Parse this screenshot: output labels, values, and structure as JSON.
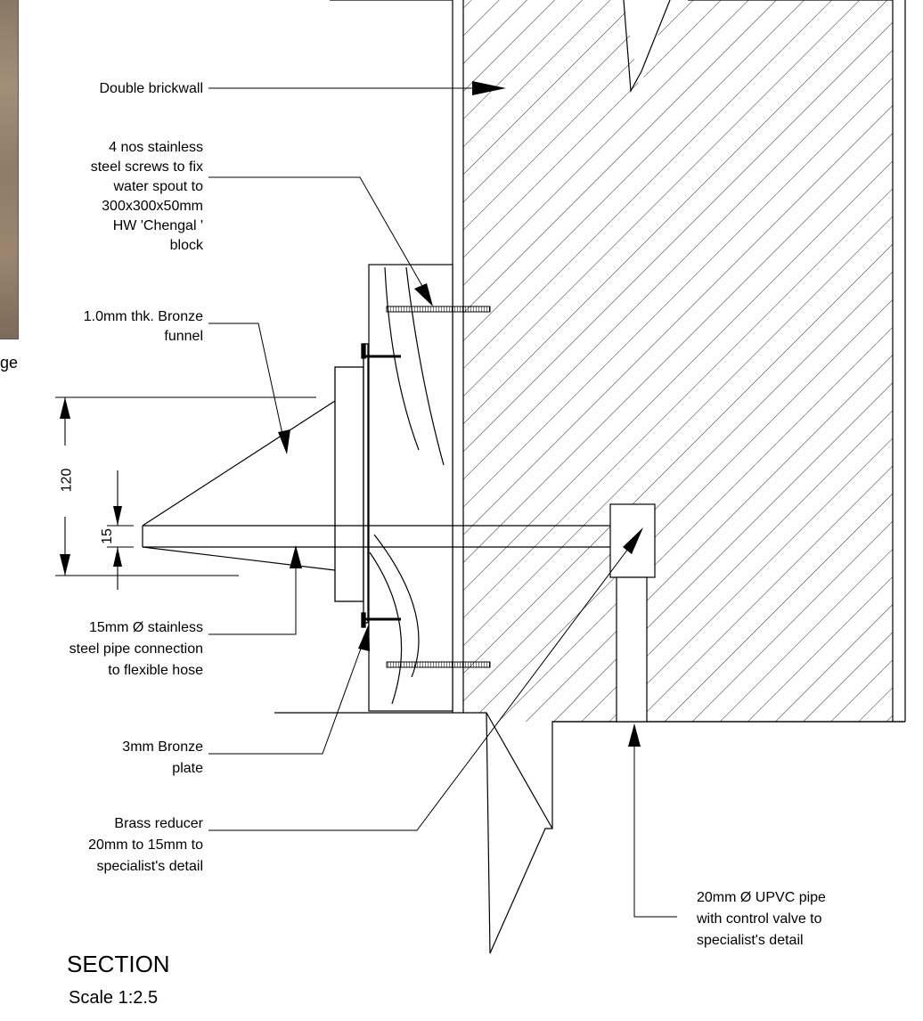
{
  "labels": {
    "double_brickwall": "Double brickwall",
    "screws": [
      "4 nos stainless",
      "steel screws to fix",
      "water spout to",
      "300x300x50mm",
      "HW 'Chengal '",
      "block"
    ],
    "funnel": [
      "1.0mm thk. Bronze",
      "funnel"
    ],
    "pipe": [
      "15mm Ø stainless",
      "steel pipe connection",
      "to flexible hose"
    ],
    "plate": [
      "3mm Bronze",
      "plate"
    ],
    "reducer": [
      "Brass reducer",
      "20mm to 15mm to",
      "specialist's detail"
    ],
    "upvc": [
      "20mm Ø UPVC pipe",
      "with control valve to",
      "specialist's detail"
    ]
  },
  "dimensions": {
    "d120": "120",
    "d15": "15"
  },
  "title": "SECTION",
  "scale": "Scale 1:2.5",
  "cropped_text": "ge",
  "colors": {
    "line": "#000000",
    "photo": "#927e6a"
  }
}
